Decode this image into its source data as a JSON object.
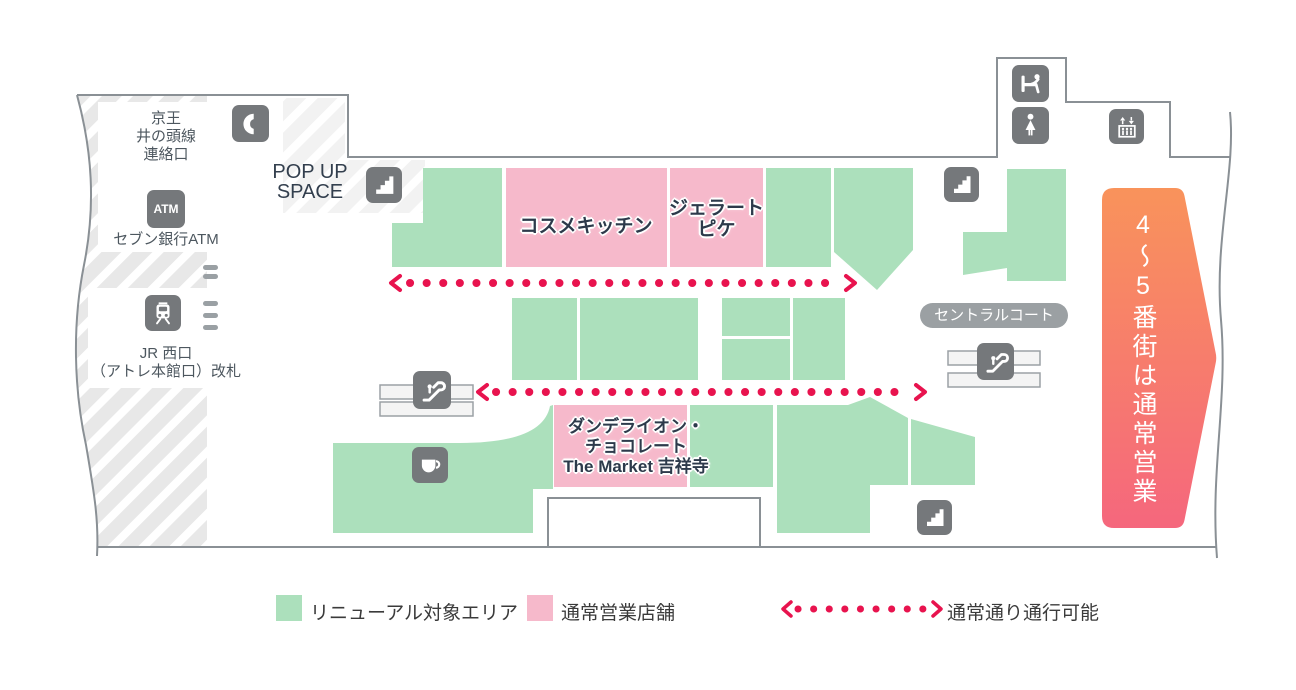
{
  "map": {
    "station": {
      "keio_line1": "京王",
      "keio_line2": "井の頭線",
      "keio_line3": "連絡口",
      "atm_icon_text": "ATM",
      "atm_label": "セブン銀行ATM",
      "jr_line1": "JR 西口",
      "jr_line2": "（アトレ本館口）改札"
    },
    "popup_space": {
      "line1": "POP UP",
      "line2": "SPACE"
    },
    "shops": {
      "cosme_kitchen": "コスメキッチン",
      "gelato_pique_line1": "ジェラート",
      "gelato_pique_line2": "ピケ",
      "dandelion_line1": "ダンデライオン・",
      "dandelion_line2": "チョコレート",
      "dandelion_line3": "The Market 吉祥寺"
    },
    "central_court_label": "セントラルコート",
    "banner_text": "4～5番街は通常営業",
    "legend": {
      "renewal_area": "リニューアル対象エリア",
      "normal_business": "通常営業店舗",
      "passage": "通常通り通行可能"
    },
    "icons": [
      "phone-icon",
      "atm-icon",
      "train-icon",
      "stairs-icon",
      "escalator-icon",
      "coffee-icon",
      "baby-room-icon",
      "womens-restroom-icon",
      "elevator-icon"
    ],
    "colors": {
      "renewal_green": "#ACE0BC",
      "normal_pink": "#F6B9CB",
      "passage_red": "#E8134E",
      "banner_gradient_top": "#F9935B",
      "banner_gradient_bottom": "#F5677D",
      "icon_gray": "#75787B"
    }
  }
}
